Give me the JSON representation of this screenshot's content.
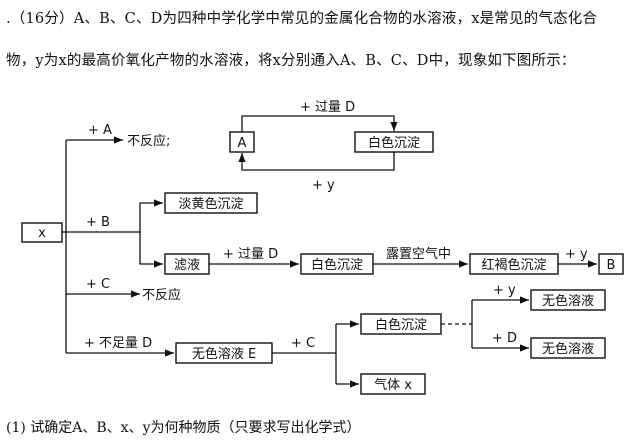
{
  "question": {
    "line1": ".（16分）A、B、C、D为四种中学化学中常见的金属化合物的水溶液，x是常见的气态化合",
    "line2": "物，y为x的最高价氧化产物的水溶液，将x分别通入A、B、C、D中，现象如下图所示：",
    "sub_question_1": "(1) 试确定A、B、x、y为何种物质（只要求写出化学式）"
  },
  "diagram": {
    "nodes": {
      "x": "x",
      "A": "A",
      "white_precip_top": "白色沉淀",
      "pale_yellow_precip": "淡黄色沉淀",
      "filtrate": "滤液",
      "white_precip_mid": "白色沉淀",
      "red_brown_precip": "红褐色沉淀",
      "B": "B",
      "colorless_solution_E": "无色溶液 E",
      "white_precip_low": "白色沉淀",
      "colorless_solution_1": "无色溶液",
      "colorless_solution_2": "无色溶液",
      "gas_x": "气体 x"
    },
    "texts": {
      "no_reaction_semicolon": "不反应;",
      "no_reaction": "不反应"
    },
    "edge_labels": {
      "plus_A": "+ A",
      "excess_D_top": "+ 过量 D",
      "plus_y_top": "+ y",
      "plus_B": "+ B",
      "excess_D_mid": "+ 过量 D",
      "expose_air": "露置空气中",
      "plus_y_mid": "+ y",
      "plus_C": "+ C",
      "insufficient_D": "+ 不足量 D",
      "plus_C_low": "+ C",
      "plus_y_low": "+ y",
      "plus_D_low": "+ D"
    }
  }
}
